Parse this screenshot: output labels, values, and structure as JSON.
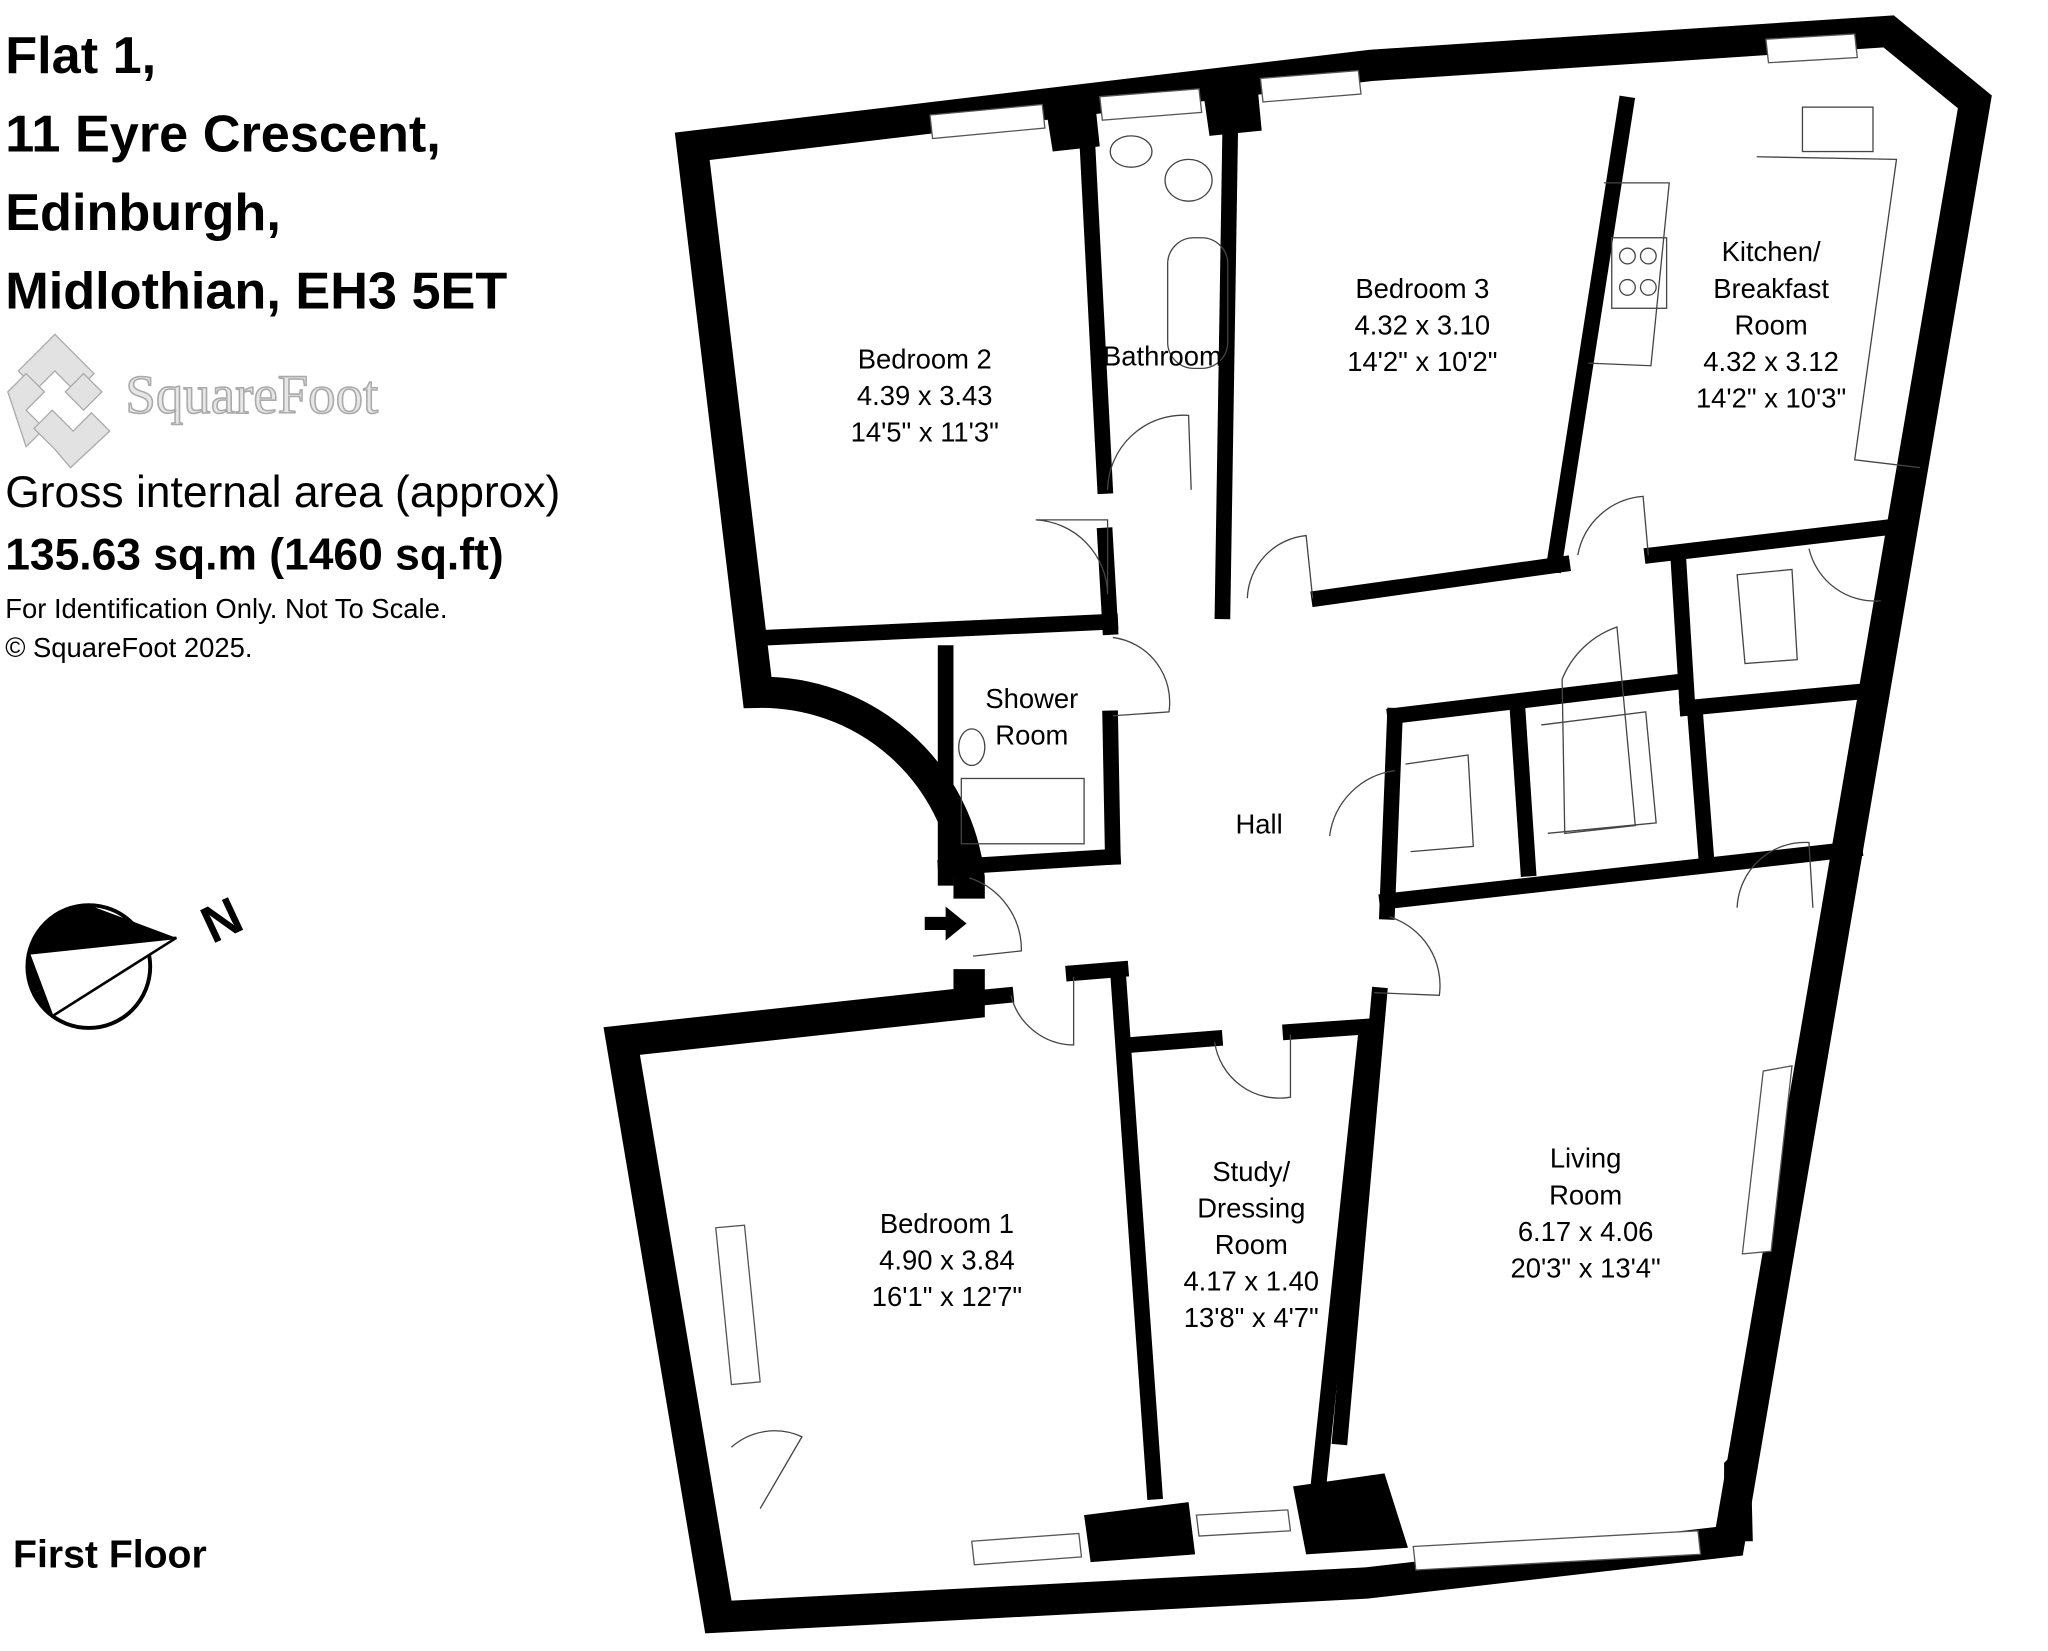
{
  "header": {
    "address_lines": [
      "Flat 1,",
      "11 Eyre Crescent,",
      "Edinburgh,",
      "Midlothian, EH3 5ET"
    ],
    "logo_text": "SquareFoot",
    "area_label": "Gross internal area (approx)",
    "area_value": "135.63 sq.m (1460 sq.ft)",
    "disclaimer": "For Identification Only. Not To Scale.",
    "copyright": "© SquareFoot 2025."
  },
  "compass": {
    "label": "N",
    "icon": "compass-north-icon"
  },
  "floor_label": "First Floor",
  "rooms": [
    {
      "name": "Bedroom 2",
      "metric": "4.39 x 3.43",
      "imperial": "14'5\" x 11'3\""
    },
    {
      "name": "Bathroom"
    },
    {
      "name": "Bedroom 3",
      "metric": "4.32 x 3.10",
      "imperial": "14'2\" x 10'2\""
    },
    {
      "name_lines": [
        "Kitchen/",
        "Breakfast",
        "Room"
      ],
      "metric": "4.32 x 3.12",
      "imperial": "14'2\" x 10'3\""
    },
    {
      "name_lines": [
        "Shower",
        "Room"
      ]
    },
    {
      "name": "Hall"
    },
    {
      "name": "Bedroom 1",
      "metric": "4.90 x 3.84",
      "imperial": "16'1\" x 12'7\""
    },
    {
      "name_lines": [
        "Study/",
        "Dressing",
        "Room"
      ],
      "metric": "4.17 x 1.40",
      "imperial": "13'8\" x 4'7\""
    },
    {
      "name_lines": [
        "Living",
        "Room"
      ],
      "metric": "6.17 x 4.06",
      "imperial": "20'3\" x 13'4\""
    }
  ],
  "colors": {
    "wall": "#000000",
    "logo": "#cccccc"
  }
}
